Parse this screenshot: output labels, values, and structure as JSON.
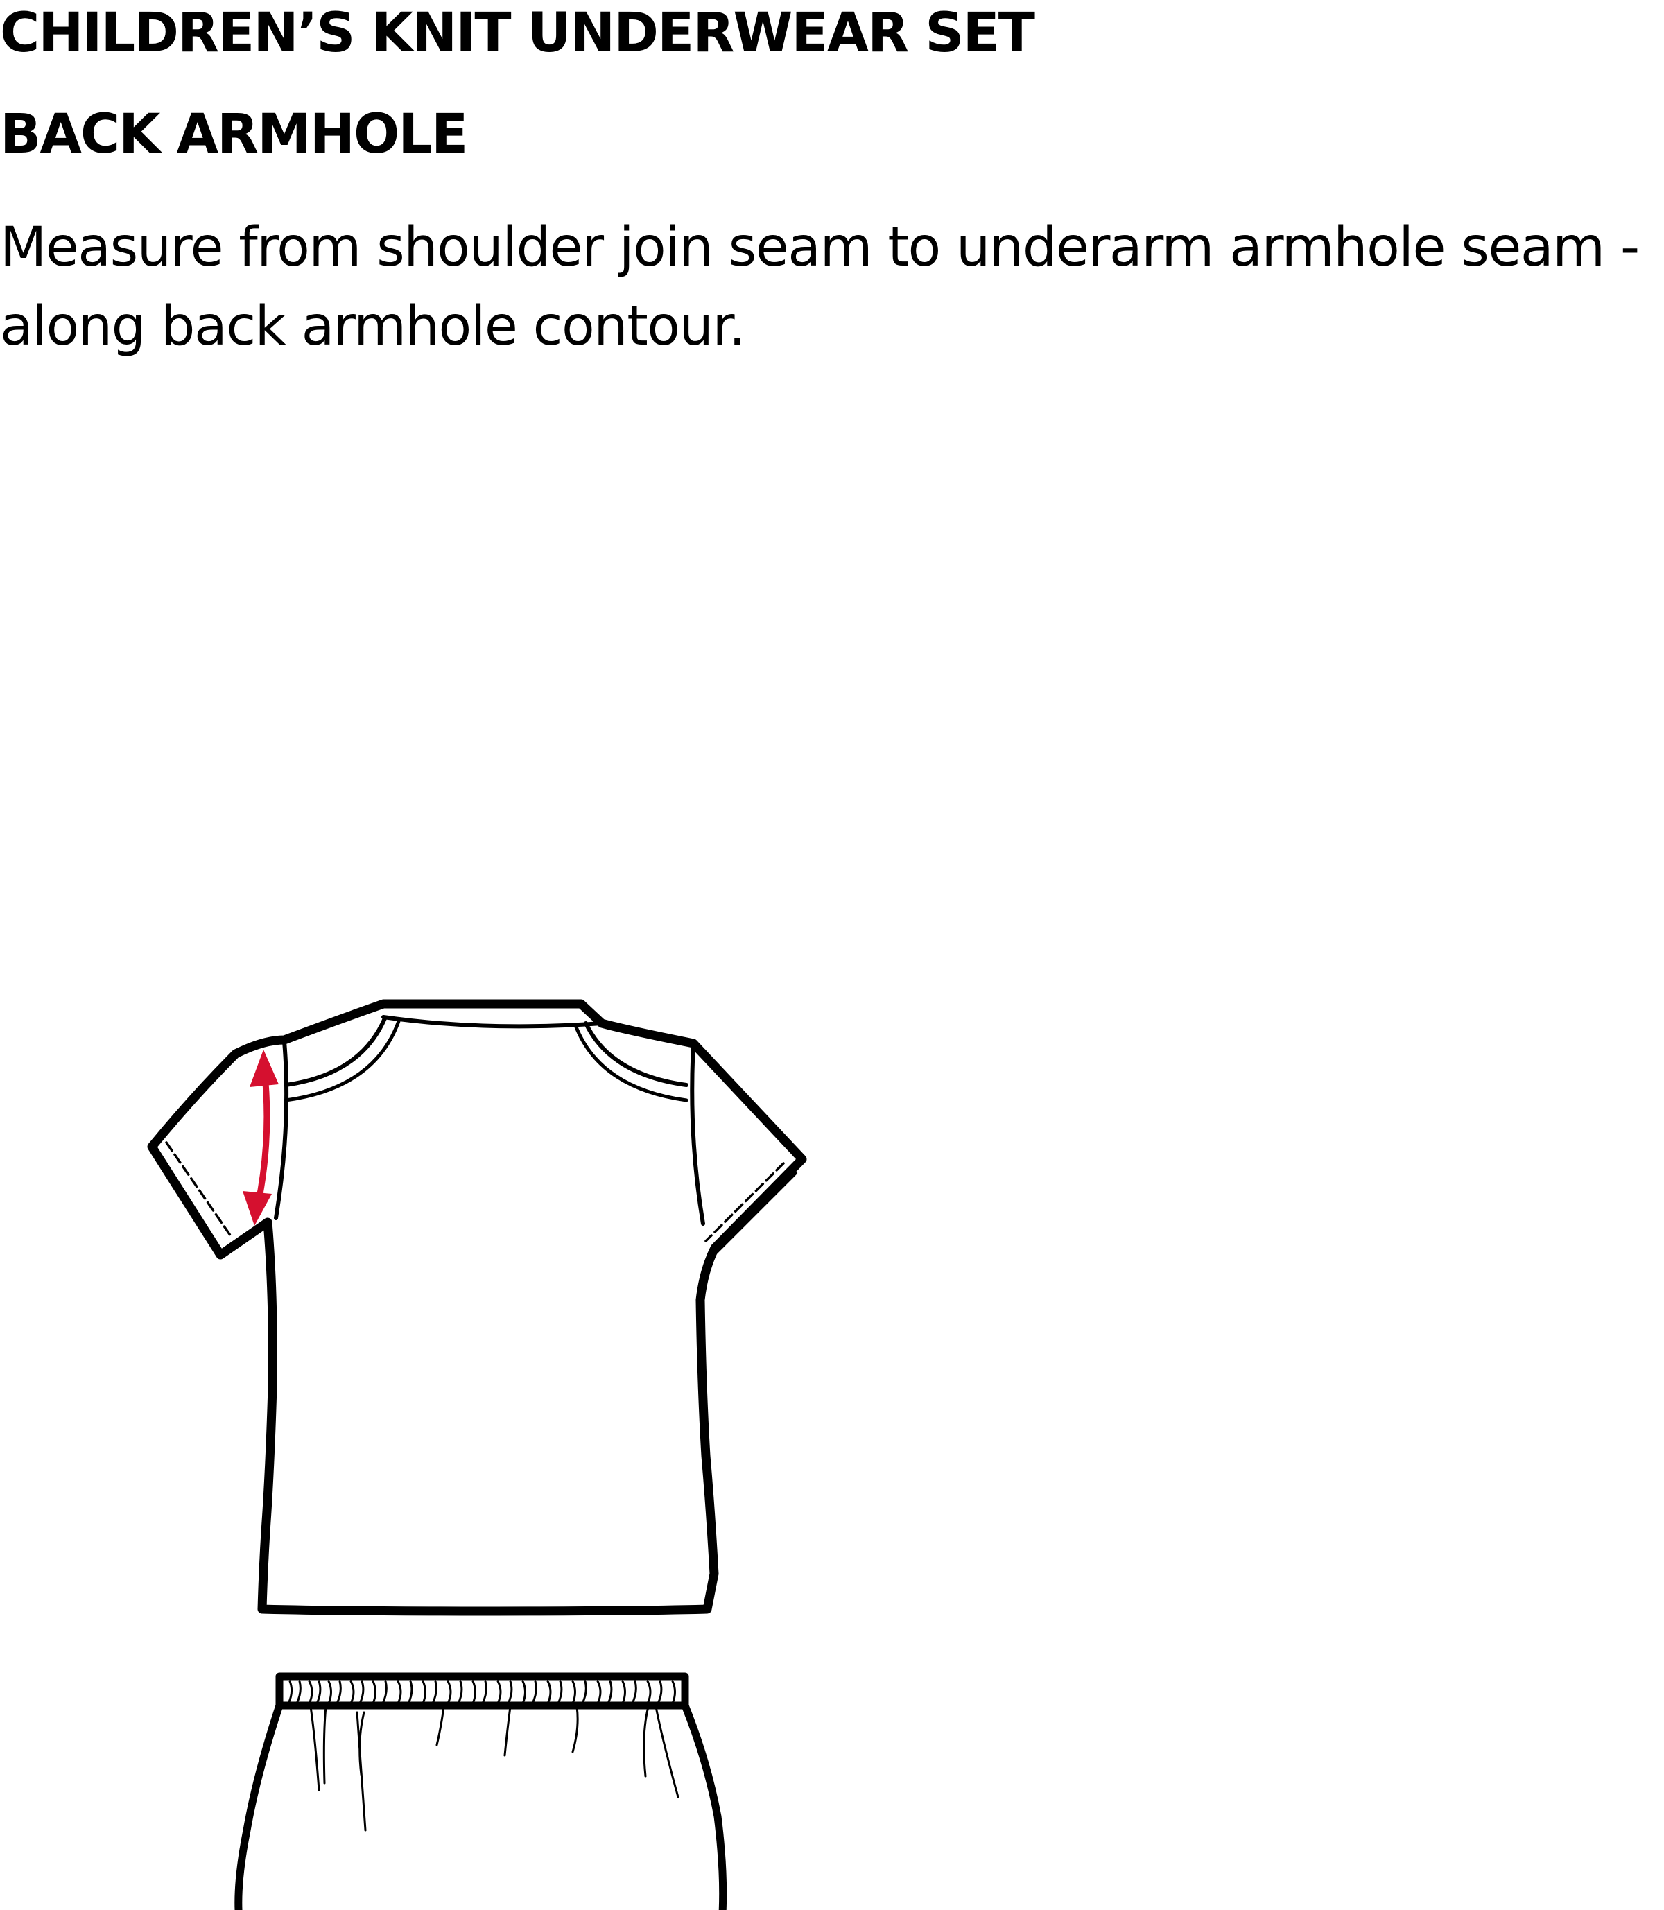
{
  "header": {
    "title": "CHILDREN’S KNIT UNDERWEAR SET",
    "subtitle": "BACK ARMHOLE",
    "instructions": "Measure from shoulder join seam to underarm armhole seam - along back armhole contour."
  },
  "colors": {
    "outline": "#000000",
    "measure_arrow": "#d5102f",
    "background": "#ffffff"
  },
  "icons": {
    "measure_arrow": "double-headed-arrow"
  }
}
